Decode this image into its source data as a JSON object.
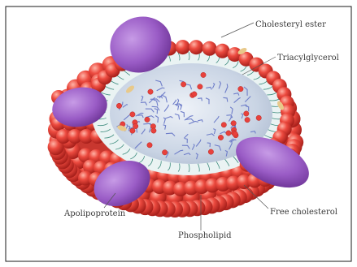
{
  "diagram": {
    "labels": {
      "cholesteryl_ester": "Cholesteryl ester",
      "triacylglycerol": "Triacylglycerol",
      "apolipoprotein": "Apolipoprotein",
      "free_cholesterol": "Free cholesterol",
      "phospholipid": "Phospholipid"
    },
    "colors": {
      "phospholipid_head": "#e8413c",
      "phospholipid_highlight": "#f59a8a",
      "apolipoprotein": "#9a5cc6",
      "core": "#c9d4e4",
      "lipid_chain": "#6f7ec9",
      "tail": "#3e8c7e",
      "free_cholesterol": "#e8c98a",
      "border": "#1a1a1a"
    }
  }
}
